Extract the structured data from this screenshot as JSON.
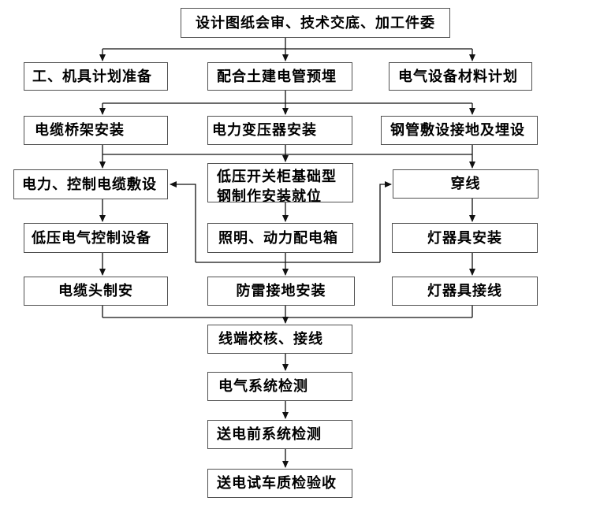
{
  "diagram": {
    "type": "flowchart",
    "colors": {
      "background": "#ffffff",
      "box_border": "#505050",
      "line": "#111111",
      "text": "#000000"
    },
    "nodes": {
      "design_review": {
        "label": "设计图纸会审、技术交底、加工件委"
      },
      "tools_prep": {
        "label": "工、机具计划准备"
      },
      "civil_conduit": {
        "label": "配合土建电管预埋"
      },
      "material_plan": {
        "label": "电气设备材料计划"
      },
      "cable_tray": {
        "label": "电缆桥架安装"
      },
      "transformer": {
        "label": "电力变压器安装"
      },
      "steel_pipe": {
        "label": "钢管敷设接地及埋设"
      },
      "cable_laying": {
        "label": "电力、控制电缆敷设"
      },
      "switchgear_base": {
        "label": "低压开关柜基础型\n钢制作安装就位"
      },
      "wire_pulling": {
        "label": "穿线"
      },
      "lv_control": {
        "label": "低压电气控制设备"
      },
      "dist_box": {
        "label": "照明、动力配电箱"
      },
      "lamp_install": {
        "label": "灯器具安装"
      },
      "cable_head": {
        "label": "电缆头制安"
      },
      "lightning": {
        "label": "防雷接地安装"
      },
      "lamp_wiring": {
        "label": "灯器具接线"
      },
      "terminal_check": {
        "label": "线端校核、接线"
      },
      "system_test": {
        "label": "电气系统检测"
      },
      "pre_power_test": {
        "label": "送电前系统检测"
      },
      "commissioning": {
        "label": "送电试车质检验收"
      }
    }
  }
}
